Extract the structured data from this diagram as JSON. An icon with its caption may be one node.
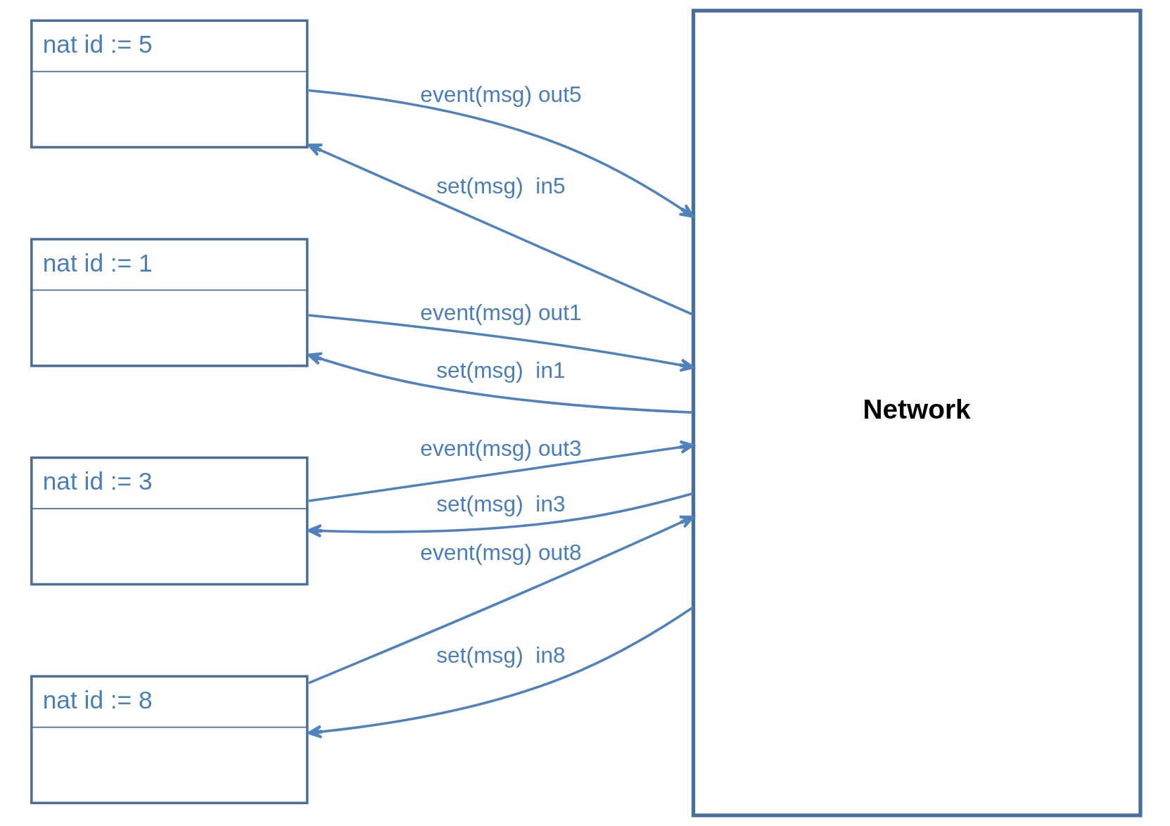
{
  "diagram": {
    "nodes": [
      {
        "text": [
          "nat id := 5"
        ]
      },
      {
        "text": [
          "nat id := 1"
        ]
      },
      {
        "text": [
          "nat id := 3"
        ]
      },
      {
        "text": [
          "nat id := 8"
        ]
      },
      {
        "text": [
          "Network"
        ]
      }
    ],
    "edges": [
      {
        "from": 0,
        "to": 4,
        "arrow": "to",
        "label": "event(msg) out5"
      },
      {
        "from": 4,
        "to": 0,
        "arrow": "to",
        "label": "set(msg)  in5"
      },
      {
        "from": 1,
        "to": 4,
        "arrow": "to",
        "label": "event(msg) out1"
      },
      {
        "from": 4,
        "to": 1,
        "arrow": "to",
        "label": "set(msg)  in1"
      },
      {
        "from": 2,
        "to": 4,
        "arrow": "to",
        "label": "event(msg) out3"
      },
      {
        "from": 4,
        "to": 2,
        "arrow": "to",
        "label": "set(msg)  in3"
      },
      {
        "from": 3,
        "to": 4,
        "arrow": "to",
        "label": "event(msg) out8"
      },
      {
        "from": 4,
        "to": 3,
        "arrow": "to",
        "label": "set(msg)  in8"
      }
    ]
  }
}
